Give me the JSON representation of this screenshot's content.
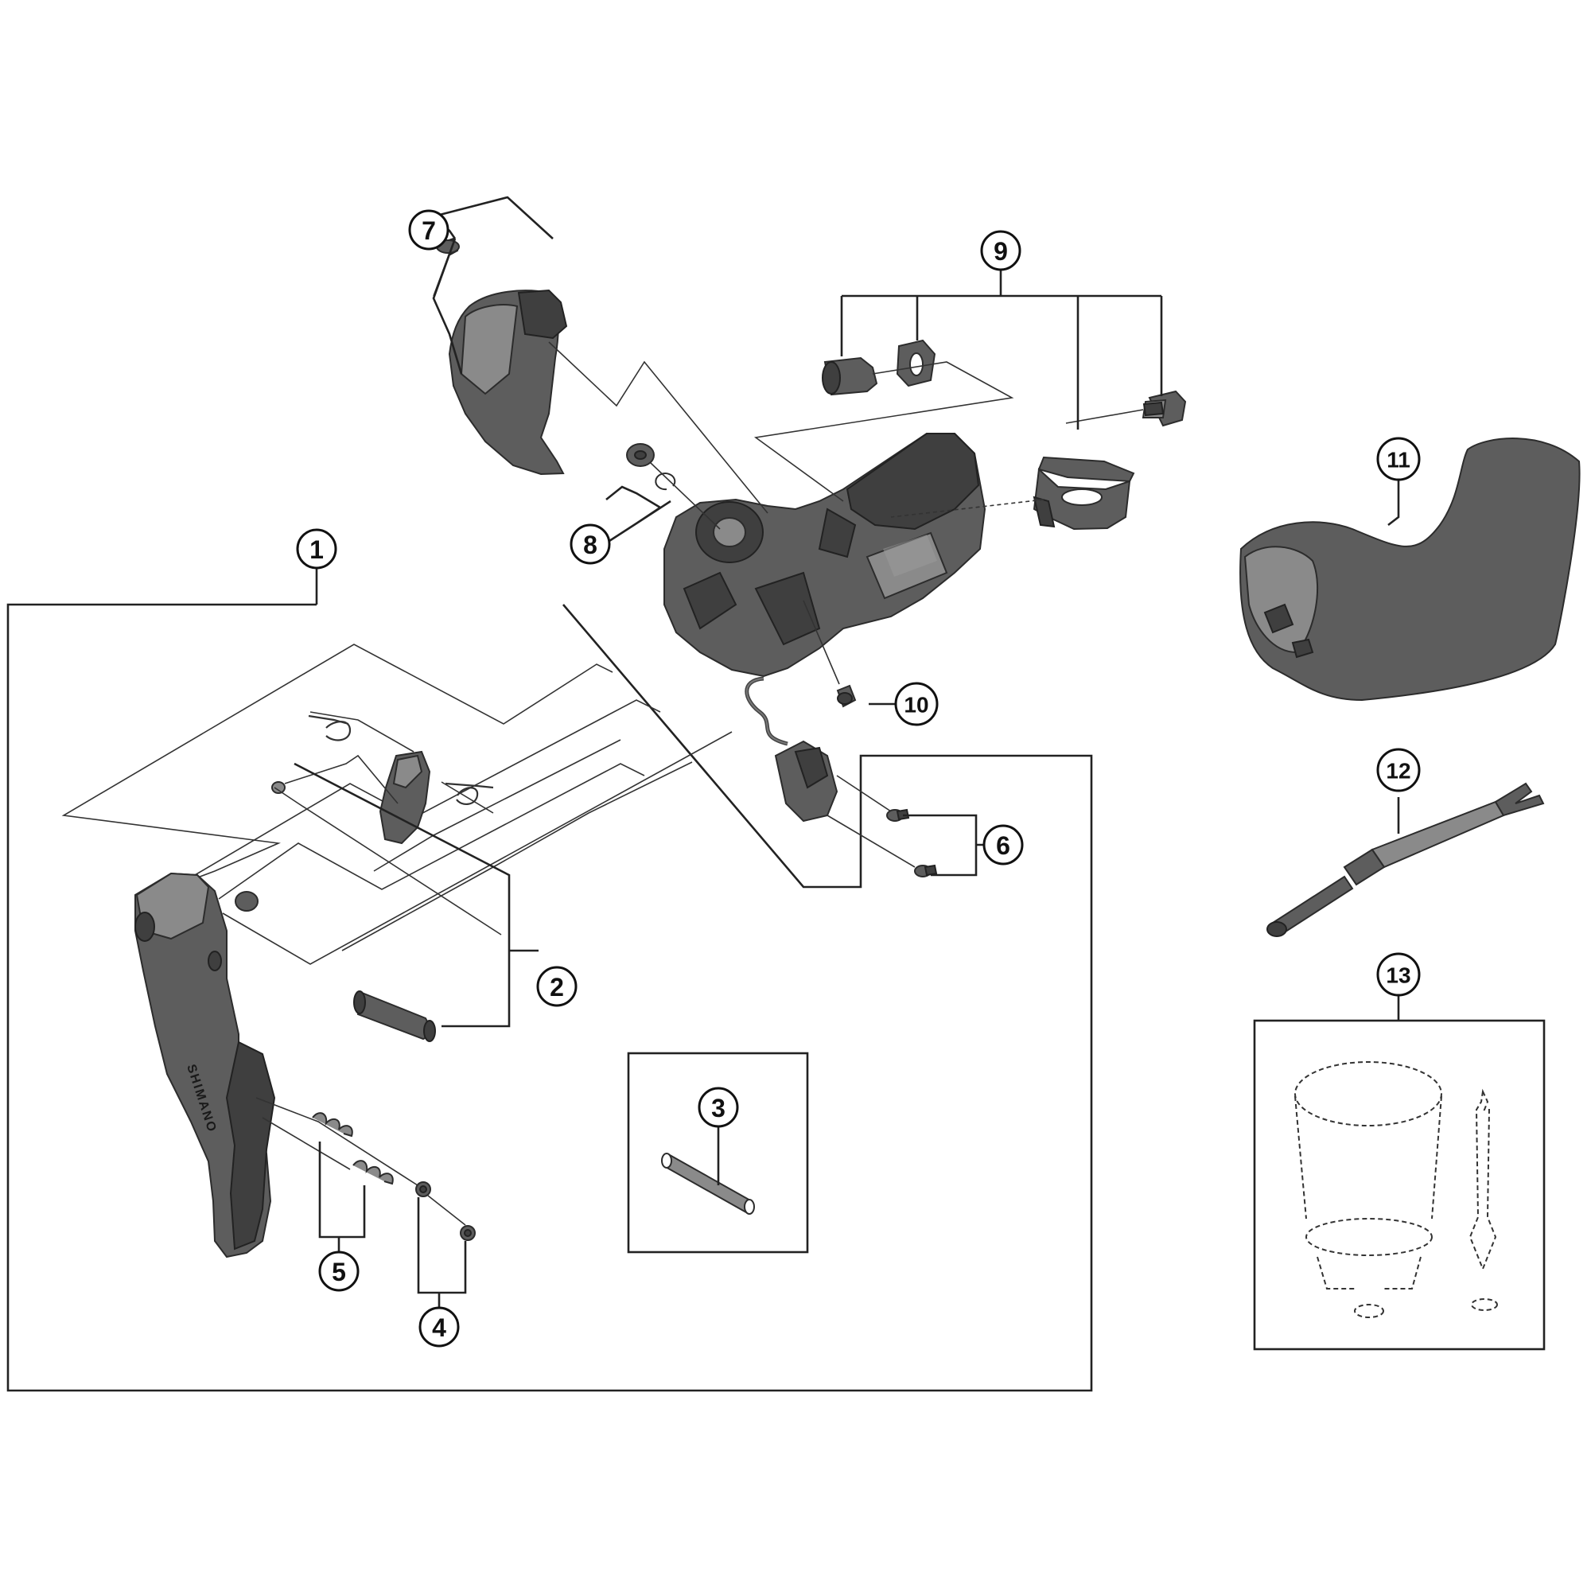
{
  "callouts": [
    {
      "id": "c1",
      "label": "1"
    },
    {
      "id": "c2",
      "label": "2"
    },
    {
      "id": "c3",
      "label": "3"
    },
    {
      "id": "c4",
      "label": "4"
    },
    {
      "id": "c5",
      "label": "5"
    },
    {
      "id": "c6",
      "label": "6"
    },
    {
      "id": "c7",
      "label": "7"
    },
    {
      "id": "c8",
      "label": "8"
    },
    {
      "id": "c9",
      "label": "9"
    },
    {
      "id": "c10",
      "label": "10"
    },
    {
      "id": "c11",
      "label": "11"
    },
    {
      "id": "c12",
      "label": "12"
    },
    {
      "id": "c13",
      "label": "13"
    }
  ],
  "lever_logo_text": "SHIMANO",
  "colors": {
    "part_fill": "#5d5d5d",
    "line": "#222222",
    "background": "#ffffff"
  }
}
